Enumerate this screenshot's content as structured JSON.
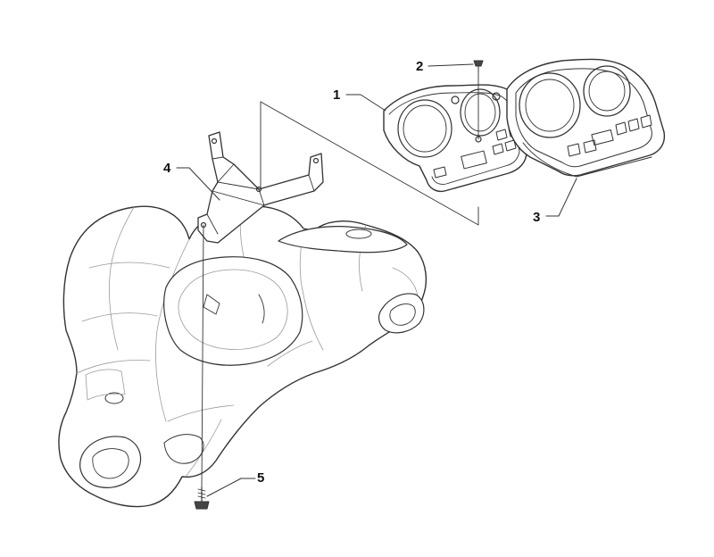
{
  "diagram": {
    "type": "exploded-parts-view",
    "callouts": [
      {
        "number": "1",
        "part": "instrument-panel-cover"
      },
      {
        "number": "2",
        "part": "screw"
      },
      {
        "number": "3",
        "part": "instrument-cluster-housing"
      },
      {
        "number": "4",
        "part": "mounting-bracket"
      },
      {
        "number": "5",
        "part": "screw"
      }
    ],
    "colors": {
      "line": "#333333",
      "thin_line": "#9a9a9a",
      "fill": "#ffffff",
      "dark_part": "#444444"
    }
  }
}
